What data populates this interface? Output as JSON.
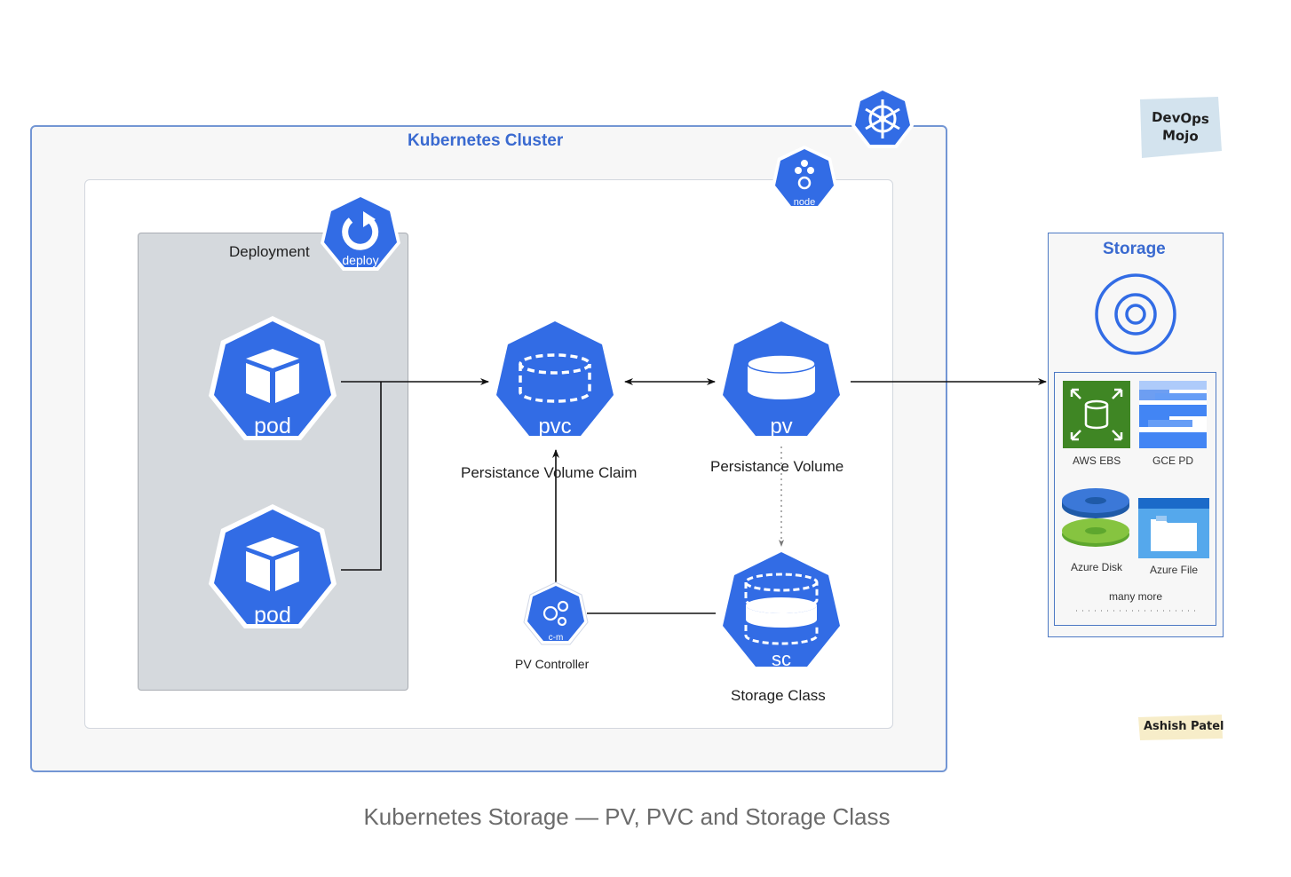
{
  "diagram": {
    "cluster_title": "Kubernetes Cluster",
    "deployment_label": "Deployment",
    "pods": [
      {
        "label": "pod"
      },
      {
        "label": "pod"
      }
    ],
    "pvc": {
      "icon_text": "pvc",
      "caption": "Persistance Volume Claim"
    },
    "pv": {
      "icon_text": "pv",
      "caption": "Persistance Volume"
    },
    "sc": {
      "icon_text": "sc",
      "caption": "Storage Class"
    },
    "controller": {
      "icon_text": "c-m",
      "caption": "PV Controller"
    },
    "badges": {
      "deploy": "deploy",
      "node": "node"
    },
    "storage": {
      "title": "Storage",
      "providers": [
        {
          "name": "AWS EBS",
          "icon": "aws-ebs-icon"
        },
        {
          "name": "GCE PD",
          "icon": "gce-pd-icon"
        },
        {
          "name": "Azure Disk",
          "icon": "azure-disk-icon"
        },
        {
          "name": "Azure File",
          "icon": "azure-file-icon"
        }
      ],
      "more": "many more"
    },
    "logo": {
      "line1": "DevOps",
      "line2": "Mojo"
    },
    "author": "Ashish Patel",
    "caption": "Kubernetes Storage — PV, PVC and Storage Class"
  },
  "colors": {
    "k8s_blue": "#326ce5",
    "cluster_border": "#7396d4",
    "storage_title": "#3a6ad0",
    "deployment_bg": "#d5d9dd",
    "aws_green": "#3f8624",
    "gce_blue": "#4285f4",
    "azure_blue": "#3b78d8",
    "azure_green": "#5ea72e",
    "logo_bg": "#d3e3ee",
    "author_bg": "#f7edc9"
  }
}
